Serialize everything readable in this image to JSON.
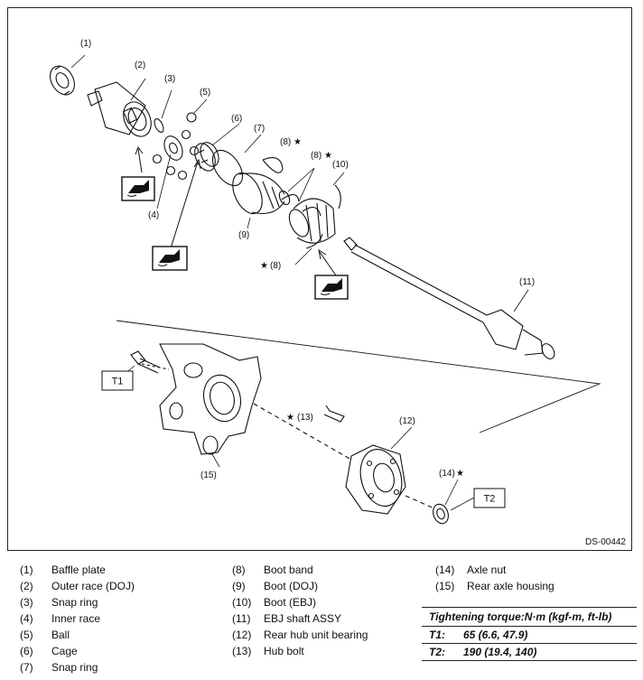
{
  "diagram": {
    "code": "DS-00442",
    "callouts": {
      "c1": "(1)",
      "c2": "(2)",
      "c3": "(3)",
      "c4": "(4)",
      "c5": "(5)",
      "c6": "(6)",
      "c7": "(7)",
      "c8a": "(8)",
      "c8b": "(8)",
      "c8c": "(8)",
      "c9": "(9)",
      "c10": "(10)",
      "c11": "(11)",
      "c12": "(12)",
      "c13": "(13)",
      "c14": "(14)",
      "c15": "(15)"
    },
    "star": "★",
    "torque_tags": {
      "t1": "T1",
      "t2": "T2"
    }
  },
  "legend": {
    "col1": [
      {
        "num": "(1)",
        "name": "Baffle plate"
      },
      {
        "num": "(2)",
        "name": "Outer race (DOJ)"
      },
      {
        "num": "(3)",
        "name": "Snap ring"
      },
      {
        "num": "(4)",
        "name": "Inner race"
      },
      {
        "num": "(5)",
        "name": "Ball"
      },
      {
        "num": "(6)",
        "name": "Cage"
      },
      {
        "num": "(7)",
        "name": "Snap ring"
      }
    ],
    "col2": [
      {
        "num": "(8)",
        "name": "Boot band"
      },
      {
        "num": "(9)",
        "name": "Boot (DOJ)"
      },
      {
        "num": "(10)",
        "name": "Boot (EBJ)"
      },
      {
        "num": "(11)",
        "name": "EBJ shaft ASSY"
      },
      {
        "num": "(12)",
        "name": "Rear hub unit bearing"
      },
      {
        "num": "(13)",
        "name": "Hub bolt"
      }
    ],
    "col3": [
      {
        "num": "(14)",
        "name": "Axle nut"
      },
      {
        "num": "(15)",
        "name": "Rear axle housing"
      }
    ]
  },
  "torque": {
    "header": "Tightening torque:N·m (kgf-m, ft-lb)",
    "rows": [
      {
        "key": "T1:",
        "value": "65 (6.6, 47.9)"
      },
      {
        "key": "T2:",
        "value": "190 (19.4, 140)"
      }
    ]
  }
}
